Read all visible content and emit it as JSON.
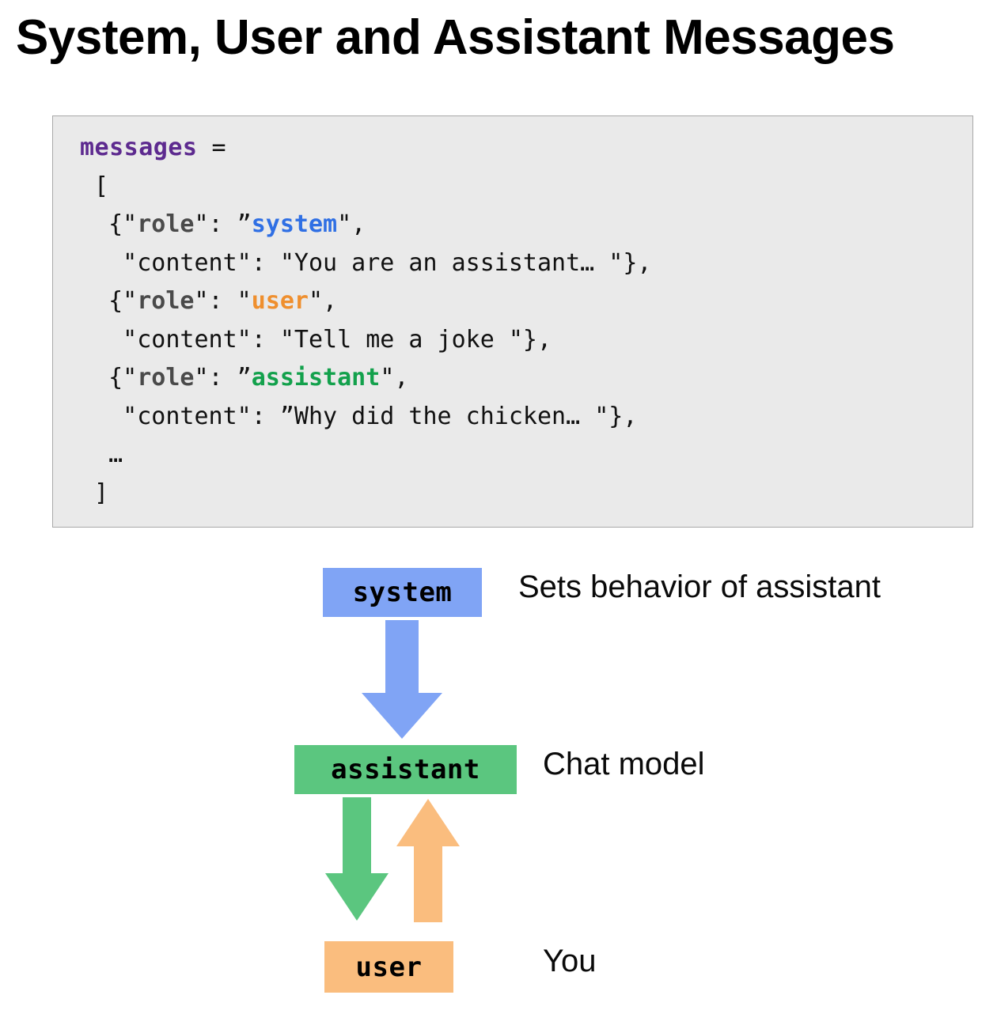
{
  "slide": {
    "title": "System, User and Assistant Messages"
  },
  "code_block": {
    "language": "python",
    "background_color": "#eaeaea",
    "border_color": "#a8a8a8",
    "lines": [
      {
        "id": "line-assign",
        "segments": [
          {
            "text": "messages",
            "style": "var"
          },
          {
            "text": " =",
            "style": "plain"
          }
        ]
      },
      {
        "id": "line-open-bracket",
        "segments": [
          {
            "text": " [",
            "style": "plain"
          }
        ]
      },
      {
        "id": "line-role-system",
        "segments": [
          {
            "text": "  {\"",
            "style": "plain"
          },
          {
            "text": "role",
            "style": "key"
          },
          {
            "text": "\": ”",
            "style": "plain"
          },
          {
            "text": "system",
            "style": "system"
          },
          {
            "text": "\",",
            "style": "plain"
          }
        ]
      },
      {
        "id": "line-content-system",
        "segments": [
          {
            "text": "   \"content\": \"You are an assistant… \"},",
            "style": "plain"
          }
        ]
      },
      {
        "id": "line-role-user",
        "segments": [
          {
            "text": "  {\"",
            "style": "plain"
          },
          {
            "text": "role",
            "style": "key"
          },
          {
            "text": "\": \"",
            "style": "plain"
          },
          {
            "text": "user",
            "style": "user"
          },
          {
            "text": "\",",
            "style": "plain"
          }
        ]
      },
      {
        "id": "line-content-user",
        "segments": [
          {
            "text": "   \"content\": \"Tell me a joke \"},",
            "style": "plain"
          }
        ]
      },
      {
        "id": "line-role-assistant",
        "segments": [
          {
            "text": "  {\"",
            "style": "plain"
          },
          {
            "text": "role",
            "style": "key"
          },
          {
            "text": "\": ”",
            "style": "plain"
          },
          {
            "text": "assistant",
            "style": "assist"
          },
          {
            "text": "\",",
            "style": "plain"
          }
        ]
      },
      {
        "id": "line-content-assistant",
        "segments": [
          {
            "text": "   \"content\": ”Why did the chicken… \"},",
            "style": "plain"
          }
        ]
      },
      {
        "id": "line-ellipsis",
        "segments": [
          {
            "text": "  …",
            "style": "plain"
          }
        ]
      },
      {
        "id": "line-close-bracket",
        "segments": [
          {
            "text": " ]",
            "style": "plain"
          }
        ]
      }
    ]
  },
  "diagram": {
    "nodes": [
      {
        "id": "system",
        "label": "system",
        "color": "#80a4f5",
        "description": "Sets behavior of assistant"
      },
      {
        "id": "assistant",
        "label": "assistant",
        "color": "#5bc67f",
        "description": "Chat model"
      },
      {
        "id": "user",
        "label": "user",
        "color": "#fabd7e",
        "description": "You"
      }
    ],
    "arrows": [
      {
        "id": "system-to-assistant",
        "from": "system",
        "to": "assistant",
        "direction": "down",
        "color": "#80a4f5"
      },
      {
        "id": "assistant-to-user",
        "from": "assistant",
        "to": "user",
        "direction": "down",
        "color": "#5bc67f"
      },
      {
        "id": "user-to-assistant",
        "from": "user",
        "to": "assistant",
        "direction": "up",
        "color": "#fabd7e"
      }
    ]
  },
  "colors": {
    "title_text": "#000000",
    "code_var_purple": "#5d2a8f",
    "code_key_gray": "#4a4a4a",
    "code_system_blue": "#2f6fe4",
    "code_user_orange": "#ef8f2e",
    "code_assistant_green": "#13a14c",
    "page_background": "#ffffff"
  }
}
